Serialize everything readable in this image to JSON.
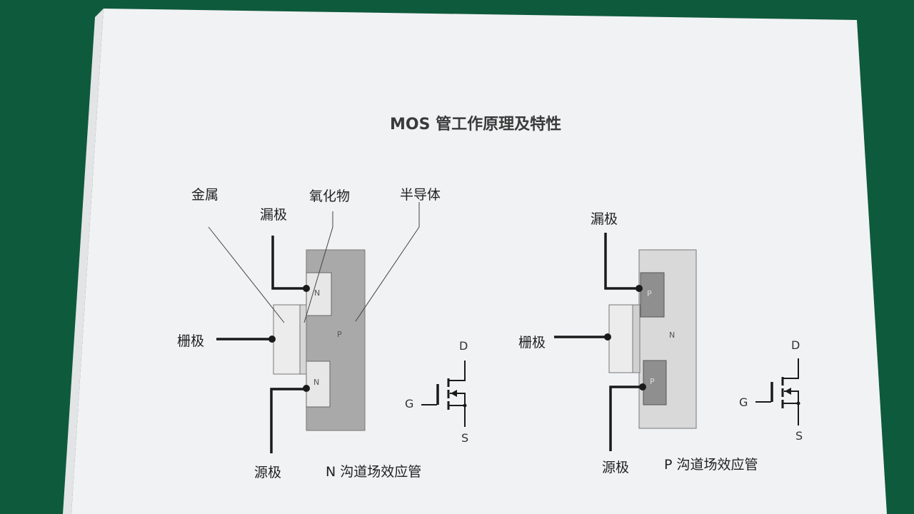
{
  "title": "MOS 管工作原理及特性",
  "n_channel": {
    "labels": {
      "metal": "金属",
      "oxide": "氧化物",
      "semiconductor": "半导体",
      "drain": "漏极",
      "gate": "栅极",
      "source": "源极",
      "region_drain": "N",
      "region_source": "N",
      "region_substrate": "P"
    },
    "caption": "N 沟道场效应管",
    "symbol": {
      "d": "D",
      "g": "G",
      "s": "S"
    }
  },
  "p_channel": {
    "labels": {
      "drain": "漏极",
      "gate": "栅极",
      "source": "源极",
      "region_drain": "P",
      "region_source": "P",
      "region_substrate": "N"
    },
    "caption": "P 沟道场效应管",
    "symbol": {
      "d": "D",
      "g": "G",
      "s": "S"
    }
  },
  "colors": {
    "background": "#0e5a3c",
    "paper": "#f1f2f4",
    "n_substrate": "#a9a9a9",
    "n_region": "#e7e7e7",
    "p_substrate": "#d9d9d9",
    "p_region": "#8f8f8f",
    "gate_metal": "#ececec",
    "oxide": "#dcdcdc",
    "lead": "#1a1a1a"
  }
}
